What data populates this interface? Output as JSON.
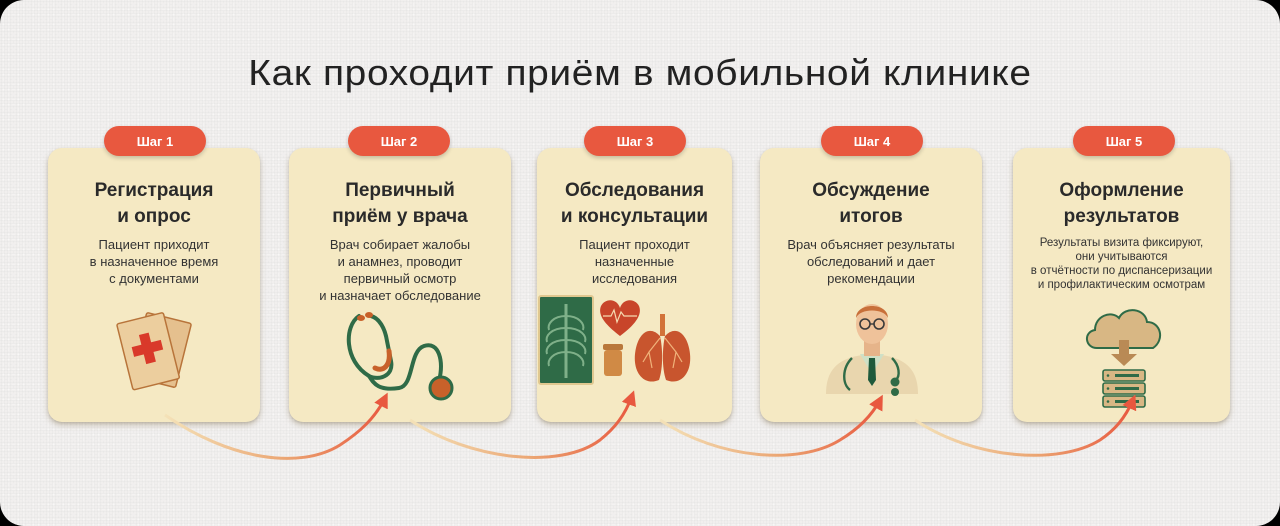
{
  "title": "Как проходит приём в мобильной клинике",
  "colors": {
    "background": "#f1efee",
    "card": "#f5e9c3",
    "badge": "#e8583f",
    "arrow_start": "#f3ddb0",
    "arrow_end": "#e8583f",
    "illustration_green": "#2f6b47",
    "illustration_orange": "#c8612a"
  },
  "steps": [
    {
      "badge": "Шаг 1",
      "title_lines": [
        "Регистрация",
        "и опрос"
      ],
      "desc_lines": [
        "Пациент приходит",
        "в назначенное время",
        "с документами"
      ],
      "icon": "medical-documents-icon"
    },
    {
      "badge": "Шаг 2",
      "title_lines": [
        "Первичный",
        "приём у врача"
      ],
      "desc_lines": [
        "Врач собирает жалобы",
        "и анамнез, проводит",
        "первичный осмотр",
        "и назначает обследование"
      ],
      "icon": "stethoscope-icon"
    },
    {
      "badge": "Шаг 3",
      "title_lines": [
        "Обследования",
        "и консультации"
      ],
      "desc_lines": [
        "Пациент проходит",
        "назначенные",
        "исследования"
      ],
      "icon": "xray-heart-lungs-icon"
    },
    {
      "badge": "Шаг 4",
      "title_lines": [
        "Обсуждение",
        "итогов"
      ],
      "desc_lines": [
        "Врач объясняет результаты",
        "обследований и дает",
        "рекомендации"
      ],
      "icon": "doctor-icon"
    },
    {
      "badge": "Шаг 5",
      "title_lines": [
        "Оформление",
        "результатов"
      ],
      "desc_lines": [
        "Результаты визита фиксируют,",
        "они учитываются",
        "в отчётности по диспансеризации",
        "и профилактическим осмотрам"
      ],
      "icon": "cloud-server-icon"
    }
  ]
}
